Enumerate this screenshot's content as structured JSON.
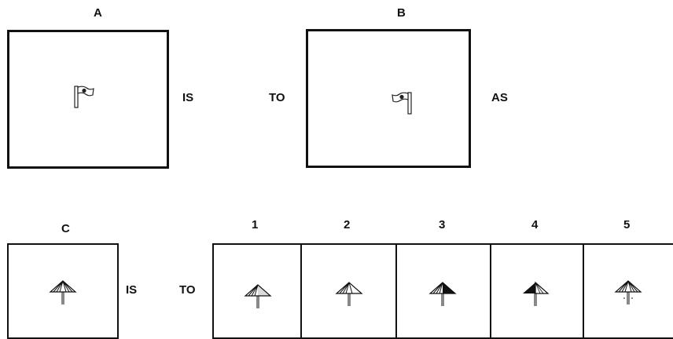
{
  "top": {
    "label_a": "A",
    "label_b": "B",
    "is": "IS",
    "to": "TO",
    "as": "AS"
  },
  "bottom": {
    "label_c": "C",
    "is": "IS",
    "to": "TO",
    "options": [
      "1",
      "2",
      "3",
      "4",
      "5"
    ]
  }
}
